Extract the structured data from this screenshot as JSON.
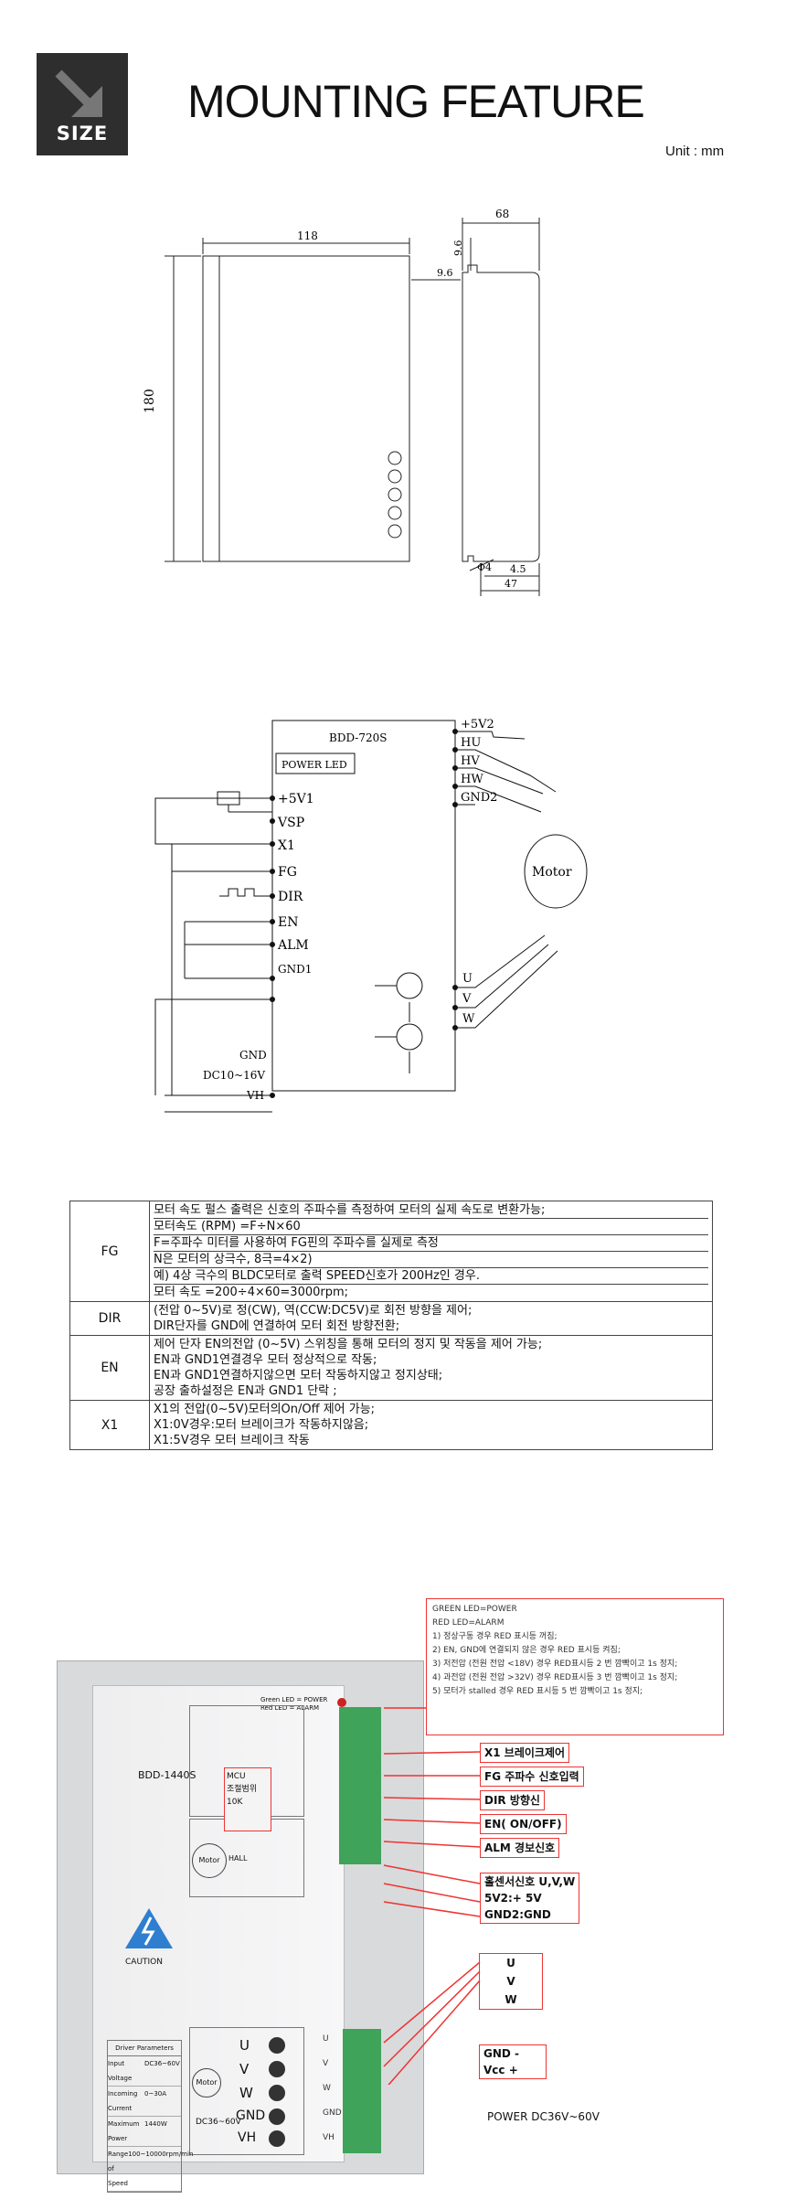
{
  "header": {
    "size_badge": "SIZE",
    "title": "MOUNTING FEATURE",
    "unit": "Unit : mm"
  },
  "dimensions": {
    "front_width": "118",
    "front_height": "180",
    "side_width": "68",
    "side_top1": "9.6",
    "side_top2": "9.6",
    "hole": "Φ4",
    "offset": "4.5",
    "bottom_width": "47"
  },
  "wiring": {
    "model": "BDD-720S",
    "power_led": "POWER LED",
    "left_pins": [
      "+5V1",
      "VSP",
      "X1",
      "FG",
      "DIR",
      "EN",
      "ALM",
      "GND1"
    ],
    "right_pins_top": [
      "+5V2",
      "HU",
      "HV",
      "HW",
      "GND2"
    ],
    "right_pins_bottom": [
      "U",
      "V",
      "W"
    ],
    "gnd": "GND",
    "supply": "DC10~16V",
    "vh": "VH",
    "motor": "Motor"
  },
  "table": {
    "rows": [
      {
        "pin": "FG",
        "lines": [
          "모터 속도 펄스 출력은 신호의 주파수를 측정하여 모터의 실제 속도로 변환가능;",
          "모터속도 (RPM) =F÷N×60",
          "  F=주파수 미터를 사용하여 FG핀의 주파수를 실제로 측정",
          "  N은 모터의 상극수, 8극=4×2)",
          "예) 4상 극수의 BLDC모터로 출력 SPEED신호가 200Hz인 경우.",
          "모터 속도 =200÷4×60=3000rpm;"
        ]
      },
      {
        "pin": "DIR",
        "lines": [
          "(전압 0~5V)로 정(CW), 역(CCW:DC5V)로 회전 방향을 제어;",
          "DIR단자를 GND에 연결하여 모터 회전 방향전환;"
        ]
      },
      {
        "pin": "EN",
        "lines": [
          "제어 단자 EN의전압 (0~5V) 스위칭을 통해 모터의 정지 및 작동을 제어 가능;",
          "EN과 GND1연결경우 모터 정상적으로 작동;",
          "EN과 GND1연결하지않으면 모터 작동하지않고 정지상태;",
          "공장 출하설정은 EN과 GND1 단락 ;"
        ]
      },
      {
        "pin": "X1",
        "lines": [
          "X1의 전압(0~5V)모터의On/Off 제어 가능;",
          "X1:0V경우:모터 브레이크가 작동하지않음;",
          "X1:5V경우 모터 브레이크 작동"
        ]
      }
    ]
  },
  "photo": {
    "model": "BDD-1440S",
    "caution": "CAUTION",
    "led_legend": [
      "Green LED = POWER",
      "Red LED = ALARM"
    ],
    "mcu": [
      "MCU",
      "조절범위",
      "10K"
    ],
    "motor_big": "Motor",
    "motor_small": "Motor",
    "hall": "HALL",
    "uvw": [
      "U",
      "V",
      "W"
    ],
    "gnd": "GND",
    "vh": "VH",
    "dc": "DC36~60V",
    "params_title": "Driver Parameters",
    "params": [
      [
        "Input Voltage",
        "DC36~60V"
      ],
      [
        "Incoming Current",
        "0~30A"
      ],
      [
        "Maximum Power",
        "1440W"
      ],
      [
        "Range of Speed",
        "100~10000rpm/min"
      ]
    ],
    "side_labels": [
      "U",
      "V",
      "W",
      "GND",
      "VH"
    ],
    "led_notes": [
      "GREEN LED=POWER",
      "RED LED=ALARM",
      "1) 정상구동 경우 RED 표시등 꺼짐;",
      "2) EN, GND에 연결되지 않은 경우 RED 표시등 켜짐;",
      "3) 저전압 (전원 전압 <18V) 경우 RED표시등 2 번 깜빡이고 1s 정지;",
      "4) 과전압 (전원 전압 >32V) 경우 RED표시등 3 번 깜빡이고 1s 정지;",
      "5) 모터가 stalled 경우 RED 표시등 5 번 깜빡이고 1s 정지;"
    ],
    "callouts": {
      "x1": "X1 브레이크제어",
      "fg": "FG 주파수 신호입력",
      "dir": "DIR 방향신",
      "en": "EN( ON/OFF)",
      "alm": "ALM 경보신호",
      "hall": [
        "홀센서신호 U,V,W",
        "5V2:+ 5V",
        "GND2:GND"
      ],
      "uvw": [
        "U",
        "V",
        "W"
      ],
      "power": [
        "GND  -",
        "Vcc  +"
      ]
    },
    "power_caption": "POWER DC36V~60V"
  },
  "colors": {
    "accent_red": "#e33333",
    "terminal_green": "#3fa35a",
    "badge_dark": "#2e2e2e"
  }
}
